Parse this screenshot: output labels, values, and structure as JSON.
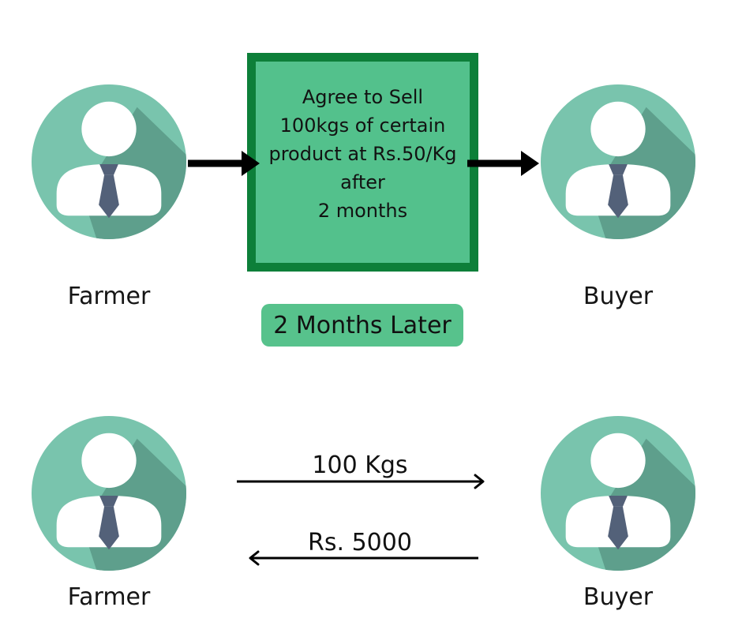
{
  "agreement": {
    "lines": [
      "Agree to Sell",
      "100kgs of certain",
      "product at Rs.50/Kg",
      "after",
      "2 months"
    ]
  },
  "parties": {
    "seller": "Farmer",
    "buyer": "Buyer"
  },
  "timeline": {
    "label": "2 Months Later"
  },
  "settlement": {
    "goods": "100 Kgs",
    "payment": "Rs. 5000"
  },
  "colors": {
    "box_fill": "#53c18c",
    "box_border": "#0d7f39",
    "badge_fill": "#57c28c",
    "avatar_circle": "#79c4ad",
    "avatar_shadow": "#5e9f8c",
    "tie": "#536179"
  },
  "icons": {
    "person": "person-avatar-icon"
  }
}
